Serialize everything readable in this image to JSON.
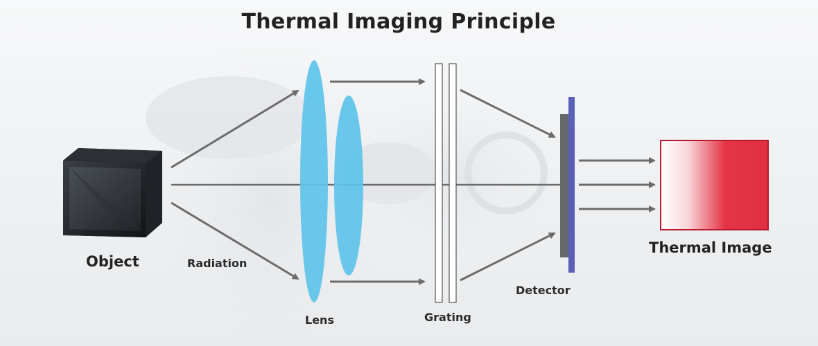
{
  "title": "Thermal Imaging Principle",
  "labels": {
    "object": "Object",
    "radiation": "Radiation",
    "lens": "Lens",
    "grating": "Grating",
    "detector": "Detector",
    "thermal_image": "Thermal Image"
  },
  "colors": {
    "lens": "#5ec3ea",
    "arrow": "#6b6b6b",
    "detector_bar": "#5b5fb8",
    "detector_plate": "#66676b",
    "image_red": "#e53446",
    "cube_dark": "#1b1e22"
  }
}
